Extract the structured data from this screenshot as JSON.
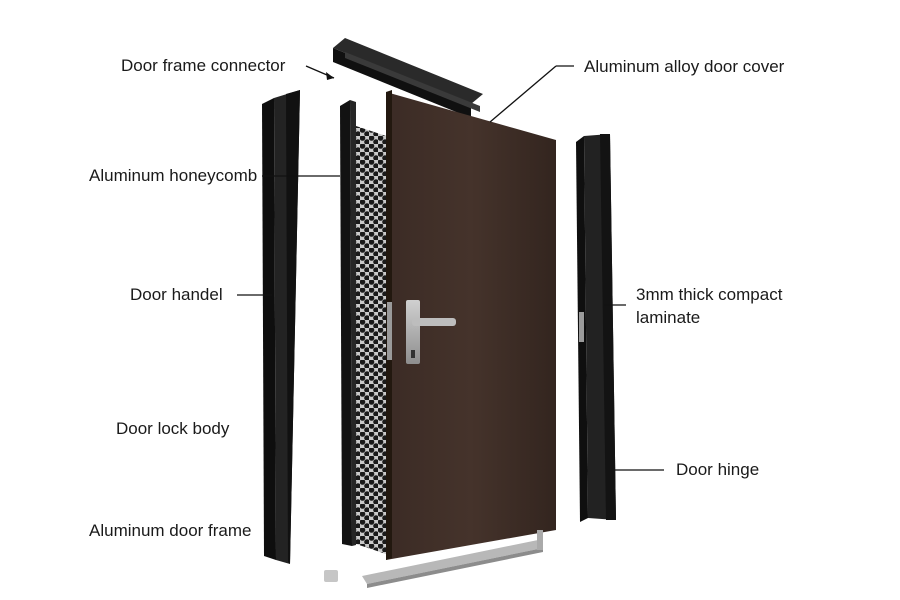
{
  "labels": {
    "door_frame_connector": "Door frame connector",
    "aluminum_honeycomb": "Aluminum honeycomb",
    "door_handel": "Door handel",
    "door_lock_body": "Door lock body",
    "aluminum_door_frame": "Aluminum door frame",
    "aluminum_alloy_door_cover": "Aluminum alloy door cover",
    "laminate_line1": "3mm thick compact",
    "laminate_line2": "laminate",
    "door_hinge": "Door hinge"
  },
  "colors": {
    "frame": "#1c1c1c",
    "frame_dark": "#0d0d0d",
    "door_panel": "#3a2a24",
    "door_panel_dark": "#2b1f1a",
    "honeycomb_bg": "#b8b8b8",
    "metal": "#a9a9a9",
    "leader_line": "#111111"
  }
}
